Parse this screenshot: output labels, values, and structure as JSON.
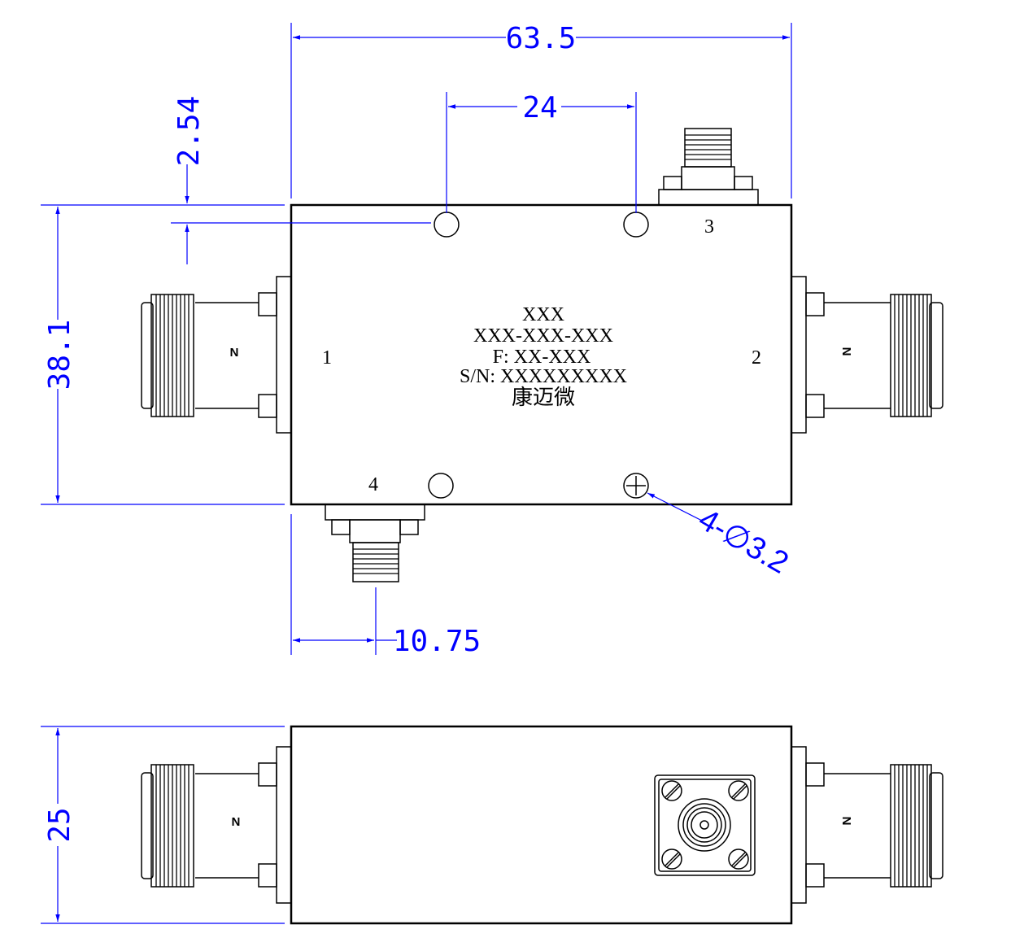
{
  "dimensions": {
    "overall_width": "63.5",
    "hole_spacing": "24",
    "hole_offset": "2.54",
    "overall_height": "38.1",
    "sma_offset": "10.75",
    "hole_callout": "4-∅3.2",
    "thickness": "25"
  },
  "ports": {
    "p1": "1",
    "p2": "2",
    "p3": "3",
    "p4": "4"
  },
  "connector_label": "N",
  "nameplate": {
    "line1": "XXX",
    "line2": "XXX-XXX-XXX",
    "line3": "F: XX-XXX",
    "line4": "S/N: XXXXXXXXX",
    "line5": "康迈微"
  }
}
